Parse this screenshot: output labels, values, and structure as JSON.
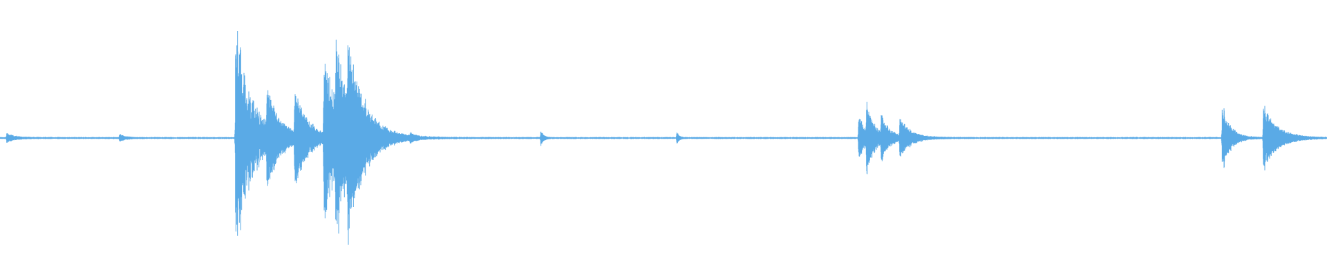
{
  "waveform": {
    "color": "#5aaae6",
    "background": "#ffffff",
    "amplitude_scale": 1.0,
    "noise_floor": 0.006,
    "events": [
      {
        "t": 0.005,
        "peak": 0.06,
        "decay": 0.006,
        "density": 1.2
      },
      {
        "t": 0.09,
        "peak": 0.055,
        "decay": 0.004,
        "density": 0.8
      },
      {
        "t": 0.1775,
        "peak": 0.99,
        "decay": 0.012,
        "density": 2.6
      },
      {
        "t": 0.201,
        "peak": 0.42,
        "decay": 0.01,
        "density": 1.8
      },
      {
        "t": 0.222,
        "peak": 0.46,
        "decay": 0.01,
        "density": 1.8
      },
      {
        "t": 0.244,
        "peak": 0.78,
        "decay": 0.011,
        "density": 2.4
      },
      {
        "t": 0.253,
        "peak": 0.68,
        "decay": 0.01,
        "density": 2.2
      },
      {
        "t": 0.262,
        "peak": 0.62,
        "decay": 0.014,
        "density": 2.0
      },
      {
        "t": 0.309,
        "peak": 0.05,
        "decay": 0.003,
        "density": 0.6
      },
      {
        "t": 0.4075,
        "peak": 0.13,
        "decay": 0.002,
        "density": 0.5
      },
      {
        "t": 0.51,
        "peak": 0.12,
        "decay": 0.0015,
        "density": 0.4
      },
      {
        "t": 0.647,
        "peak": 0.28,
        "decay": 0.005,
        "density": 1.6
      },
      {
        "t": 0.653,
        "peak": 0.34,
        "decay": 0.006,
        "density": 1.8
      },
      {
        "t": 0.664,
        "peak": 0.24,
        "decay": 0.006,
        "density": 1.6
      },
      {
        "t": 0.678,
        "peak": 0.22,
        "decay": 0.008,
        "density": 1.6
      },
      {
        "t": 0.921,
        "peak": 0.42,
        "decay": 0.006,
        "density": 1.4
      },
      {
        "t": 0.952,
        "peak": 0.4,
        "decay": 0.01,
        "density": 1.4
      }
    ]
  }
}
